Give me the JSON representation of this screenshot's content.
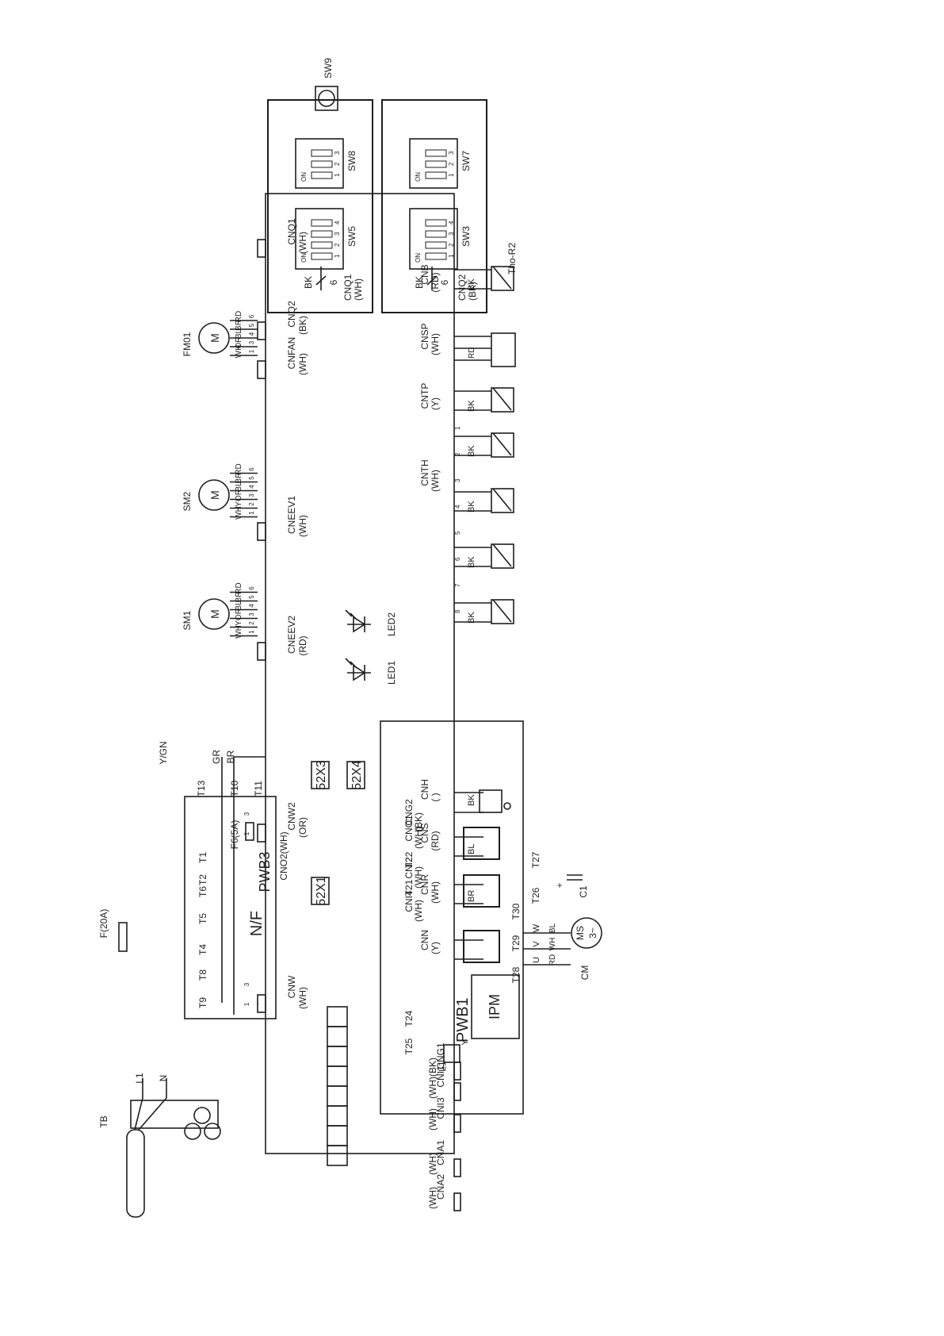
{
  "remote_boards": [
    {
      "connector": "CNQ1",
      "color": "(WH)",
      "switches": [
        {
          "name": "SW5",
          "on_label": "ON",
          "positions": [
            "1",
            "2",
            "3",
            "4"
          ]
        },
        {
          "name": "SW8",
          "on_label": "ON",
          "positions": [
            "1",
            "2",
            "3"
          ]
        },
        {
          "name": "SW9"
        }
      ]
    },
    {
      "connector": "CNQ2",
      "color": "(BK)",
      "switches": [
        {
          "name": "SW3",
          "on_label": "ON",
          "positions": [
            "1",
            "2",
            "3",
            "4"
          ]
        },
        {
          "name": "SW7",
          "on_label": "ON",
          "positions": [
            "1",
            "2",
            "3"
          ]
        }
      ]
    }
  ],
  "remote_wires": [
    {
      "color": "BK",
      "count": "6"
    },
    {
      "color": "BK",
      "count": "6"
    }
  ],
  "main_board": {
    "name": "PWB1",
    "relays": [
      "52X3",
      "52X4",
      "52X1"
    ],
    "leds": [
      "LED2",
      "LED1"
    ],
    "top_connectors": [
      {
        "name": "CNQ1",
        "color": "(WH)"
      },
      {
        "name": "CNQ2",
        "color": "(BK)"
      },
      {
        "name": "CNFAN",
        "color": "(WH)"
      },
      {
        "name": "CNEEV1",
        "color": "(WH)"
      },
      {
        "name": "CNEEV2",
        "color": "(RD)"
      },
      {
        "name": "CNW2",
        "color": "(OR)"
      },
      {
        "name": "CNW",
        "color": "(WH)"
      }
    ],
    "right_connectors": [
      {
        "name": "CNB",
        "color": "(RD)"
      },
      {
        "name": "CNSP",
        "color": "(WH)"
      },
      {
        "name": "CNTP",
        "color": "(Y)"
      },
      {
        "name": "CNTH",
        "color": "(WH)"
      },
      {
        "name": "CNH",
        "color": "( )"
      },
      {
        "name": "CNS",
        "color": "(RD)"
      },
      {
        "name": "CNR",
        "color": "(WH)"
      },
      {
        "name": "CNN",
        "color": "(Y)"
      }
    ],
    "bottom_connectors": [
      {
        "name": "CNG1",
        "color": "(BK)"
      },
      {
        "name": "CNI1",
        "color": "(WH)"
      },
      {
        "name": "CNI3",
        "color": "(WH)"
      },
      {
        "name": "CNA1",
        "color": "(WH)"
      },
      {
        "name": "CNA2",
        "color": "(WH)"
      }
    ]
  },
  "motors": [
    {
      "name": "FM01",
      "symbol": "M",
      "wires": [
        "WH",
        "OR",
        "BL",
        "BR",
        "RD"
      ],
      "pins": [
        "1",
        "3",
        "4",
        "5",
        "6"
      ]
    },
    {
      "name": "SM2",
      "symbol": "M",
      "wires": [
        "WH",
        "Y",
        "OR",
        "BL",
        "BR",
        "RD"
      ],
      "pins": [
        "1",
        "2",
        "3",
        "4",
        "5",
        "6"
      ]
    },
    {
      "name": "SM1",
      "symbol": "M",
      "wires": [
        "WH",
        "Y",
        "OR",
        "BL",
        "BR",
        "RD"
      ],
      "pins": [
        "1",
        "2",
        "3",
        "4",
        "5",
        "6"
      ]
    }
  ],
  "sensor_label": "Tho-R2",
  "right_wires": {
    "bk": "BK",
    "rd": "RD",
    "wh": "WH",
    "bl": "BL",
    "br": "BR",
    "pins": [
      "1",
      "2",
      "3",
      "4",
      "5",
      "6",
      "7",
      "8"
    ]
  },
  "power_board": {
    "name": "PWB3",
    "filter": "N/F",
    "fuse": "F6(5A)",
    "connector": "CNO2(WH)",
    "terminals": [
      "T1",
      "T2",
      "T4",
      "T5",
      "T6",
      "T8",
      "T9",
      "T10",
      "T11",
      "T13"
    ]
  },
  "inverter_board": {
    "connectors": [
      {
        "name": "CNG2",
        "color": "(BK)"
      },
      {
        "name": "CNI2",
        "color": "(WH)"
      },
      {
        "name": "CNI4",
        "color": "(WH)"
      },
      {
        "name": "CNO1",
        "color": "(WH)"
      }
    ],
    "terminals": [
      "T21",
      "T22",
      "T24",
      "T25",
      "T26",
      "T27",
      "T28",
      "T29",
      "T30"
    ],
    "ipm": "IPM"
  },
  "compressor": {
    "name": "CM",
    "symbol": "MS",
    "phase": "3~",
    "phases": [
      "U",
      "V",
      "W"
    ],
    "wires": [
      "RD",
      "WH",
      "BL"
    ]
  },
  "misc": {
    "cap": "C1",
    "reactor": "L1",
    "reactor_lead": "Y",
    "fuse_main": "F(20A)",
    "tb": "TB",
    "l1": "L1",
    "n": "N",
    "gr": "GR",
    "br": "BR",
    "ygn": "Y/GN",
    "cnw_pins": [
      "1",
      "3"
    ],
    "cnw2_pins": [
      "1",
      "3"
    ],
    "plus": "+"
  }
}
